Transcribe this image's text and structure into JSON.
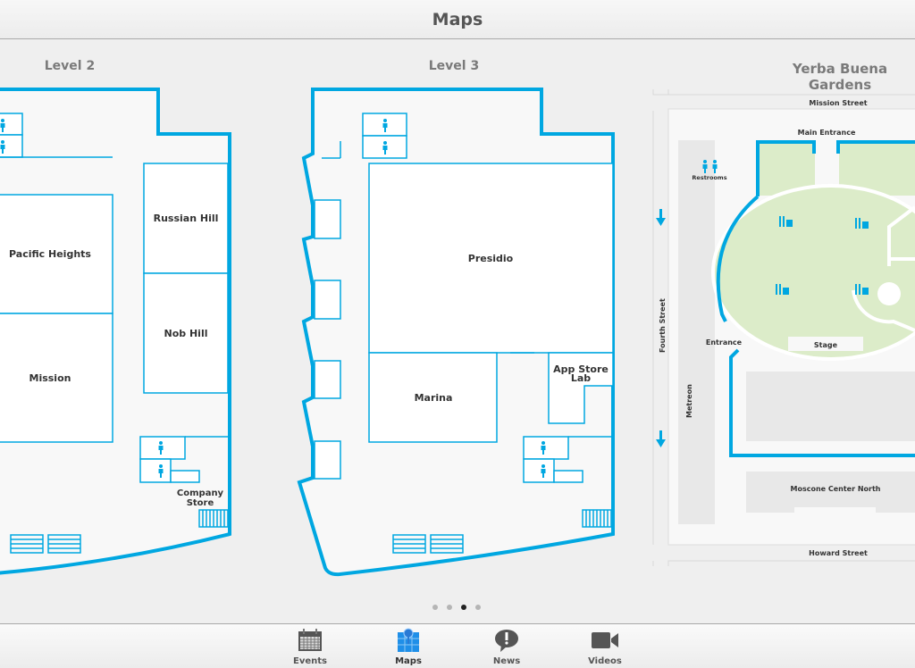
{
  "header": {
    "title": "Maps"
  },
  "levels": [
    {
      "title": "Level 2",
      "rooms": [
        "Pacific Heights",
        "Mission",
        "Russian Hill",
        "Nob Hill"
      ],
      "store": [
        "Company",
        "Store"
      ]
    },
    {
      "title": "Level 3",
      "rooms": [
        "Presidio",
        "Marina"
      ],
      "lab": [
        "App Store",
        "Lab"
      ]
    },
    {
      "title": "Yerba Buena Gardens",
      "labels": {
        "mission_street": "Mission Street",
        "main_entrance": "Main Entrance",
        "restrooms": "Restrooms",
        "fourth_street": "Fourth Street",
        "metreon": "Metreon",
        "entrance": "Entrance",
        "stage": "Stage",
        "moscone": "Moscone Center North",
        "howard_street": "Howard Street"
      }
    }
  ],
  "pager": {
    "count": 4,
    "active": 3
  },
  "tabs": [
    {
      "label": "Events",
      "icon": "calendar-icon"
    },
    {
      "label": "Maps",
      "icon": "map-pin-icon"
    },
    {
      "label": "News",
      "icon": "exclamation-bubble-icon"
    },
    {
      "label": "Videos",
      "icon": "video-camera-icon"
    }
  ],
  "colors": {
    "accent": "#00a7e1",
    "green": "#dcecc9"
  }
}
